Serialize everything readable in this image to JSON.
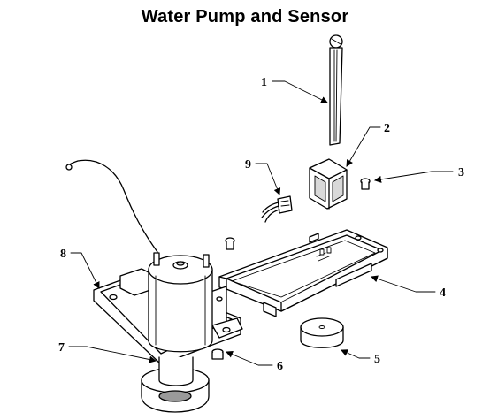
{
  "title": "Water Pump and Sensor",
  "callouts": [
    "1",
    "2",
    "3",
    "4",
    "5",
    "6",
    "7",
    "8",
    "9"
  ],
  "parts": [
    {
      "number": "1",
      "name": "sensor-probe"
    },
    {
      "number": "2",
      "name": "sensor-bracket"
    },
    {
      "number": "3",
      "name": "screw"
    },
    {
      "number": "4",
      "name": "pump-bracket-plate"
    },
    {
      "number": "5",
      "name": "float-disc"
    },
    {
      "number": "6",
      "name": "mounting-screw"
    },
    {
      "number": "7",
      "name": "water-pump"
    },
    {
      "number": "8",
      "name": "pump-mount-frame"
    },
    {
      "number": "9",
      "name": "wire-connector"
    }
  ]
}
